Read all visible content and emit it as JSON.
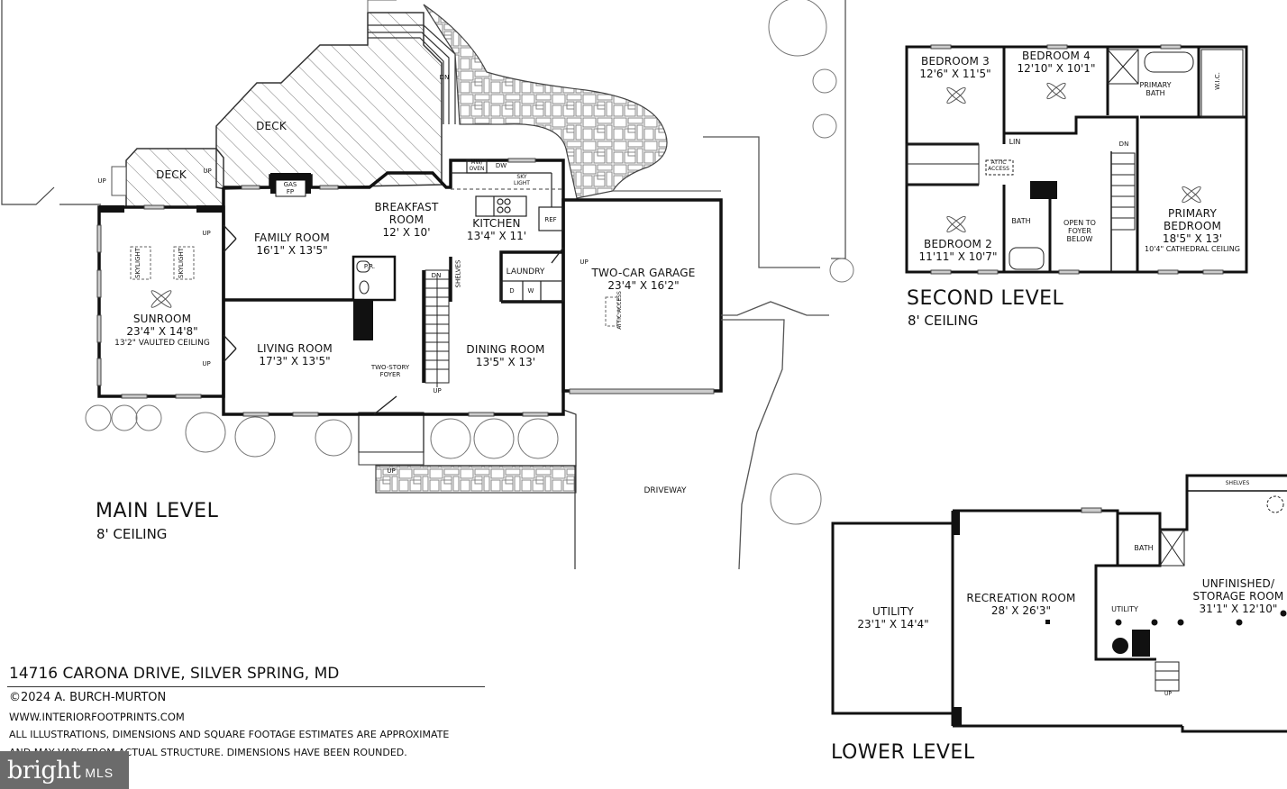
{
  "property": {
    "address": "14716 CARONA DRIVE, SILVER SPRING, MD",
    "copyright": "©2024 A. BURCH-MURTON",
    "website": "WWW.INTERIORFOOTPRINTS.COM",
    "disclaimer_line1": "ALL ILLUSTRATIONS, DIMENSIONS AND SQUARE FOOTAGE ESTIMATES ARE APPROXIMATE",
    "disclaimer_line2": "AND MAY VARY FROM ACTUAL STRUCTURE. DIMENSIONS HAVE BEEN ROUNDED.",
    "watermark": {
      "brand": "bright",
      "suffix": "MLS",
      "bg_color": "#6b6b6b",
      "accent_color": "#e8642c"
    }
  },
  "main_level": {
    "title": "MAIN LEVEL",
    "ceiling": "8' CEILING",
    "rooms": [
      {
        "name": "DECK",
        "dims": ""
      },
      {
        "name": "DECK",
        "dims": ""
      },
      {
        "name": "SUNROOM",
        "dims": "23'4\" X 14'8\"",
        "note": "13'2\" VAULTED CEILING"
      },
      {
        "name": "FAMILY ROOM",
        "dims": "16'1\" X 13'5\""
      },
      {
        "name": "BREAKFAST",
        "name2": "ROOM",
        "dims": "12' X 10'"
      },
      {
        "name": "KITCHEN",
        "dims": "13'4\" X 11'"
      },
      {
        "name": "LIVING ROOM",
        "dims": "17'3\" X 13'5\""
      },
      {
        "name": "DINING ROOM",
        "dims": "13'5\" X 13'"
      },
      {
        "name": "TWO-CAR GARAGE",
        "dims": "23'4\" X 16'2\""
      },
      {
        "name": "LAUNDRY",
        "dims": ""
      },
      {
        "name": "P.R.",
        "dims": ""
      },
      {
        "name": "TWO-STORY",
        "name2": "FOYER",
        "dims": ""
      },
      {
        "name": "DRIVEWAY",
        "dims": ""
      }
    ],
    "fixtures": {
      "gas": "GAS",
      "fp": "FP",
      "skylight": "SKYLIGHT",
      "sky": "SKY",
      "light": "LIGHT",
      "mw": "MW/",
      "oven": "OVEN",
      "dw": "DW",
      "ref": "REF",
      "shelves": "SHELVES",
      "d": "D",
      "w": "W",
      "up": "UP",
      "dn": "DN",
      "attic": "ATTIC",
      "access": "ACCESS"
    }
  },
  "second_level": {
    "title": "SECOND LEVEL",
    "ceiling": "8' CEILING",
    "rooms": [
      {
        "name": "BEDROOM 3",
        "dims": "12'6\" X 11'5\""
      },
      {
        "name": "BEDROOM 4",
        "dims": "12'10\" X 10'1\""
      },
      {
        "name": "PRIMARY",
        "name2": "BATH",
        "dims": ""
      },
      {
        "name": "W.I.C.",
        "dims": ""
      },
      {
        "name": "LIN",
        "dims": ""
      },
      {
        "name": "ATTIC",
        "name2": "ACCESS",
        "dims": ""
      },
      {
        "name": "BATH",
        "dims": ""
      },
      {
        "name": "OPEN TO",
        "name2": "FOYER",
        "name3": "BELOW",
        "dims": ""
      },
      {
        "name": "BEDROOM 2",
        "dims": "11'11\" X 10'7\""
      },
      {
        "name": "PRIMARY",
        "name2": "BEDROOM",
        "dims": "18'5\" X 13'",
        "note": "10'4\" CATHEDRAL CEILING"
      }
    ],
    "fixtures": {
      "dn": "DN"
    }
  },
  "lower_level": {
    "title": "LOWER LEVEL",
    "rooms": [
      {
        "name": "UTILITY",
        "dims": "23'1\" X 14'4\""
      },
      {
        "name": "RECREATION ROOM",
        "dims": "28' X 26'3\""
      },
      {
        "name": "BATH",
        "dims": ""
      },
      {
        "name": "UTILITY",
        "dims": ""
      },
      {
        "name": "UNFINISHED/",
        "name2": "STORAGE ROOM",
        "dims": "31'1\" X 12'10\""
      }
    ],
    "fixtures": {
      "shelves": "SHELVES",
      "up": "UP"
    }
  }
}
